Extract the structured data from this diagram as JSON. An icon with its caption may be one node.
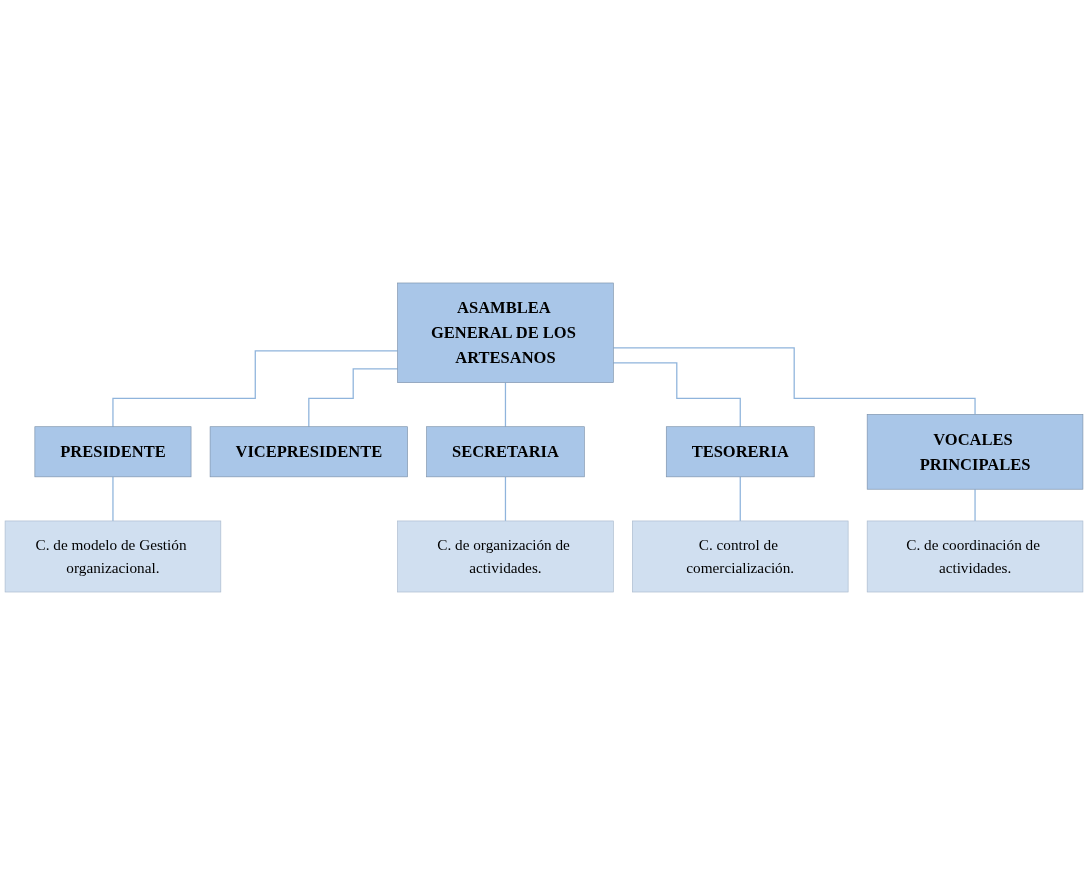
{
  "diagram": {
    "nodes": [
      {
        "text": [
          "ASAMBLEA GENERAL DE LOS ARTESANOS"
        ]
      },
      {
        "text": [
          "PRESIDENTE"
        ]
      },
      {
        "text": [
          "VICEPRESIDENTE"
        ]
      },
      {
        "text": [
          "C. de modelo de Gestión organizacional."
        ]
      },
      {
        "text": [
          "SECRETARIA"
        ]
      },
      {
        "text": [
          "TESORERIA"
        ]
      },
      {
        "text": [
          "VOCALES PRINCIPALES"
        ]
      },
      {
        "text": [
          "C. de organización de actividades."
        ]
      },
      {
        "text": [
          "C. control de comercialización."
        ]
      },
      {
        "text": [
          "C. de coordinación de actividades."
        ]
      }
    ],
    "edges": [
      {
        "from": 0,
        "to": 1,
        "arrow": "none"
      },
      {
        "from": 0,
        "to": 2,
        "arrow": "none"
      },
      {
        "from": 1,
        "to": 3,
        "arrow": "none"
      },
      {
        "from": 0,
        "to": 4,
        "arrow": "none"
      },
      {
        "from": 0,
        "to": 5,
        "arrow": "none"
      },
      {
        "from": 0,
        "to": 6,
        "arrow": "none"
      },
      {
        "from": 4,
        "to": 7,
        "arrow": "none"
      },
      {
        "from": 5,
        "to": 8,
        "arrow": "none"
      },
      {
        "from": 6,
        "to": 9,
        "arrow": "none"
      }
    ]
  }
}
